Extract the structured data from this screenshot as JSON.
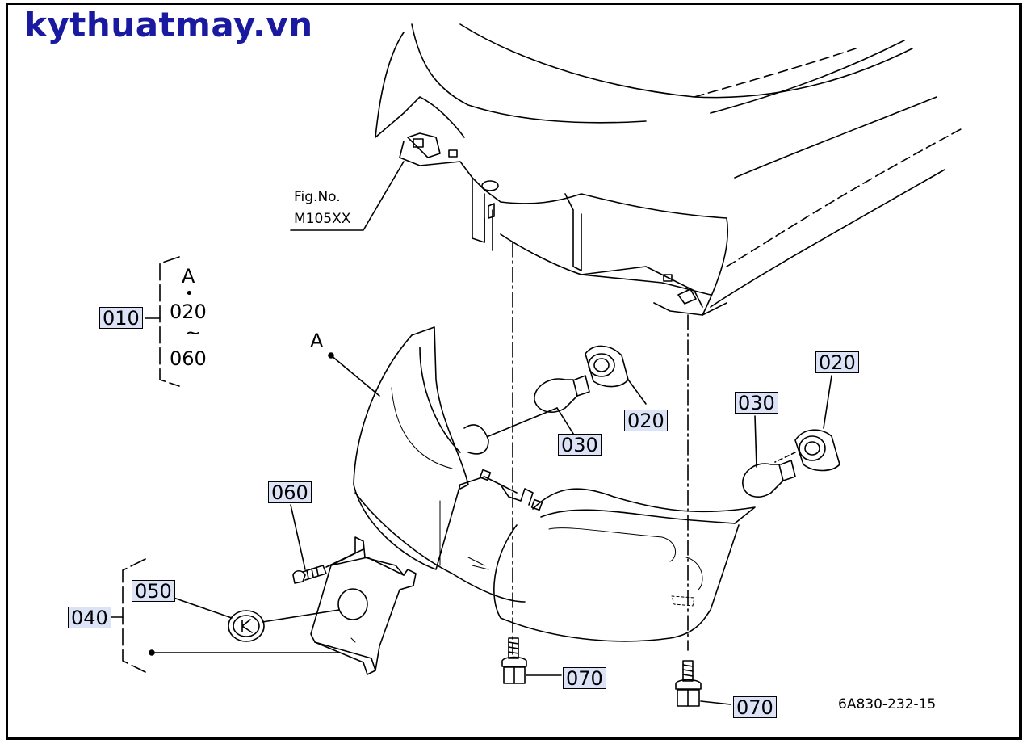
{
  "watermark": "kythuatmay.vn",
  "figure_ref": {
    "line1": "Fig.No.",
    "line2": "M105XX"
  },
  "diagram_code": "6A830-232-15",
  "assembly_group_010": {
    "part": "010",
    "items": [
      "A",
      "•",
      "020",
      "~",
      "060"
    ]
  },
  "assembly_group_040": {
    "part": "040"
  },
  "reference_mark": "A",
  "parts": {
    "p020_left": "020",
    "p020_right": "020",
    "p030_left": "030",
    "p030_right": "030",
    "p050": "050",
    "p060": "060",
    "p070_left": "070",
    "p070_right": "070"
  },
  "colors": {
    "watermark": "#1a1aa0",
    "label_box": "#dde3f7",
    "line": "#000000"
  }
}
